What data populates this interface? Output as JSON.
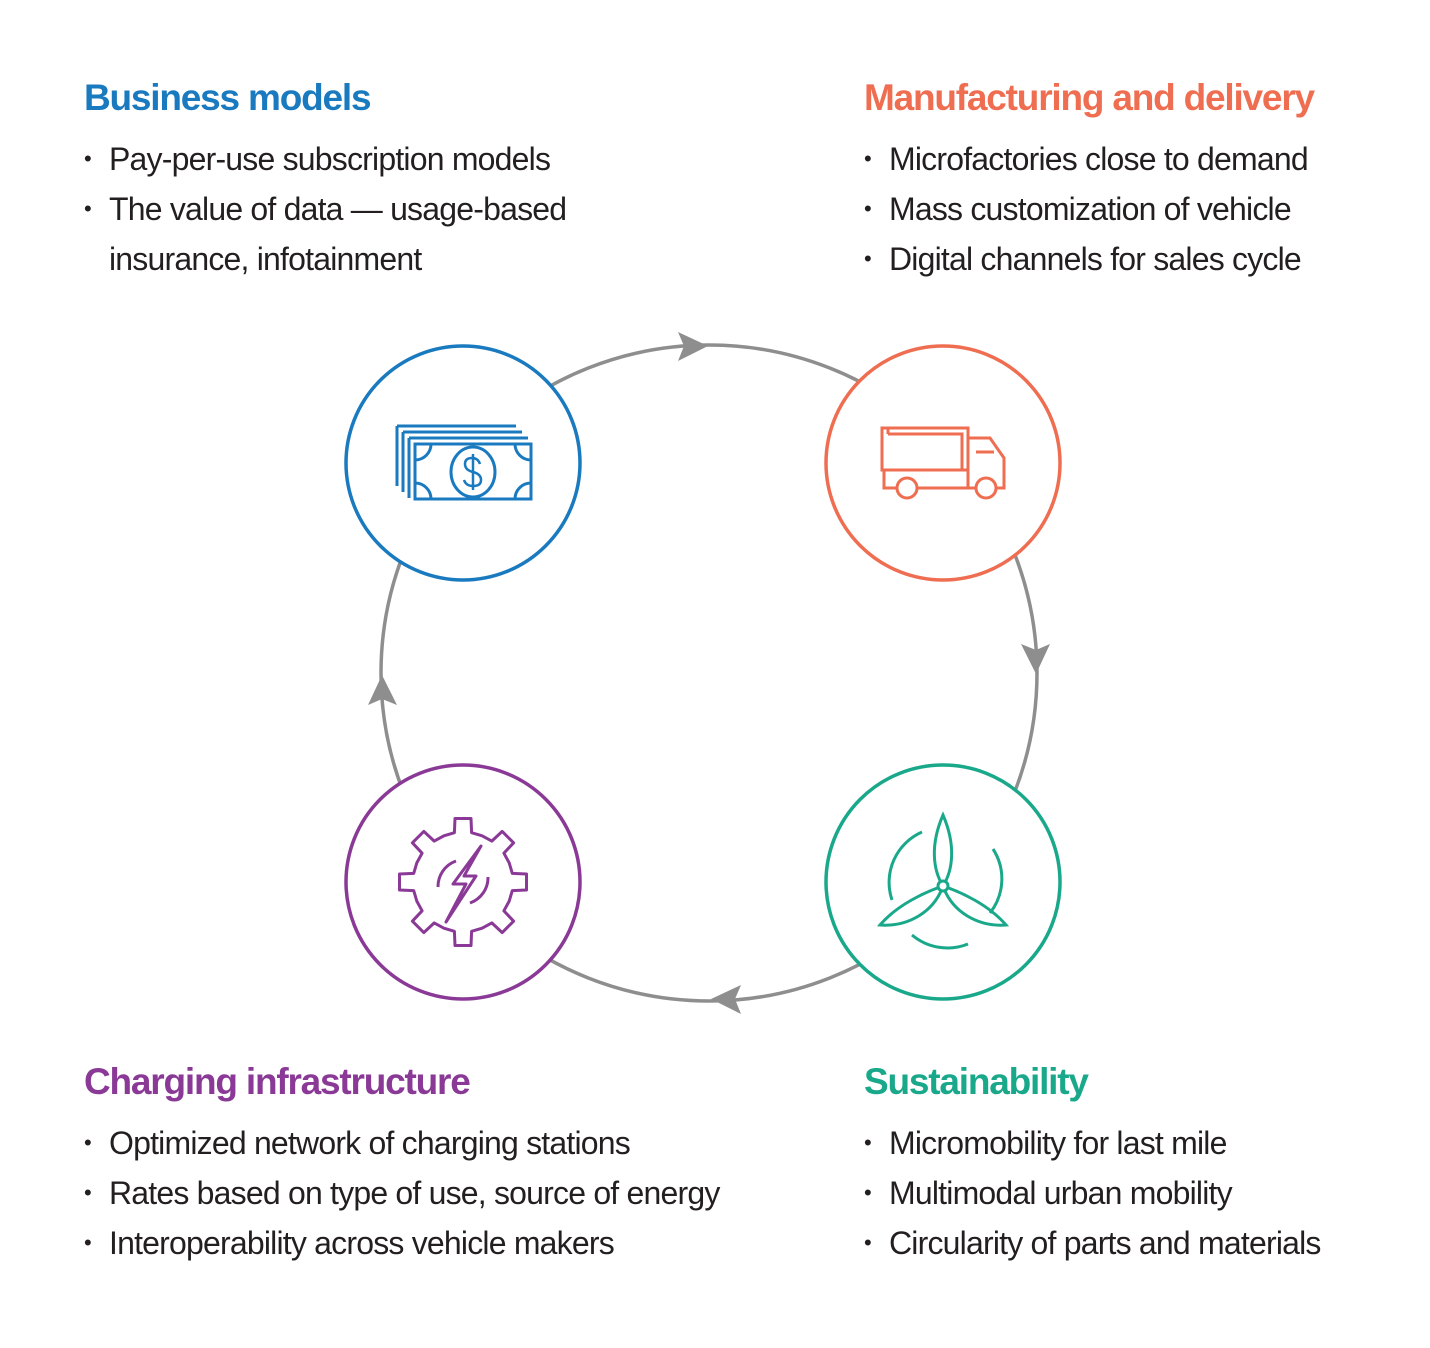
{
  "colors": {
    "business": "#1a7abf",
    "manufacturing": "#ef6d50",
    "charging": "#8a3a96",
    "sustainability": "#1aa88b",
    "ring": "#8e8e8e",
    "text": "#231f20"
  },
  "sections": {
    "business": {
      "title": "Business models",
      "icon": "money-bills-icon",
      "items": [
        "Pay-per-use subscription models",
        "The value of data — usage-based insurance, infotainment"
      ]
    },
    "manufacturing": {
      "title": "Manufacturing and delivery",
      "icon": "delivery-truck-icon",
      "items": [
        "Microfactories close to demand",
        "Mass customization of vehicle",
        "Digital channels for sales cycle"
      ]
    },
    "charging": {
      "title": "Charging infrastructure",
      "icon": "gear-lightning-icon",
      "items": [
        "Optimized network of charging stations",
        "Rates based on type of use, source of energy",
        "Interoperability across vehicle makers"
      ]
    },
    "sustainability": {
      "title": "Sustainability",
      "icon": "wind-turbine-icon",
      "items": [
        "Micromobility for last mile",
        "Multimodal urban mobility",
        "Circularity of parts and materials"
      ]
    }
  }
}
